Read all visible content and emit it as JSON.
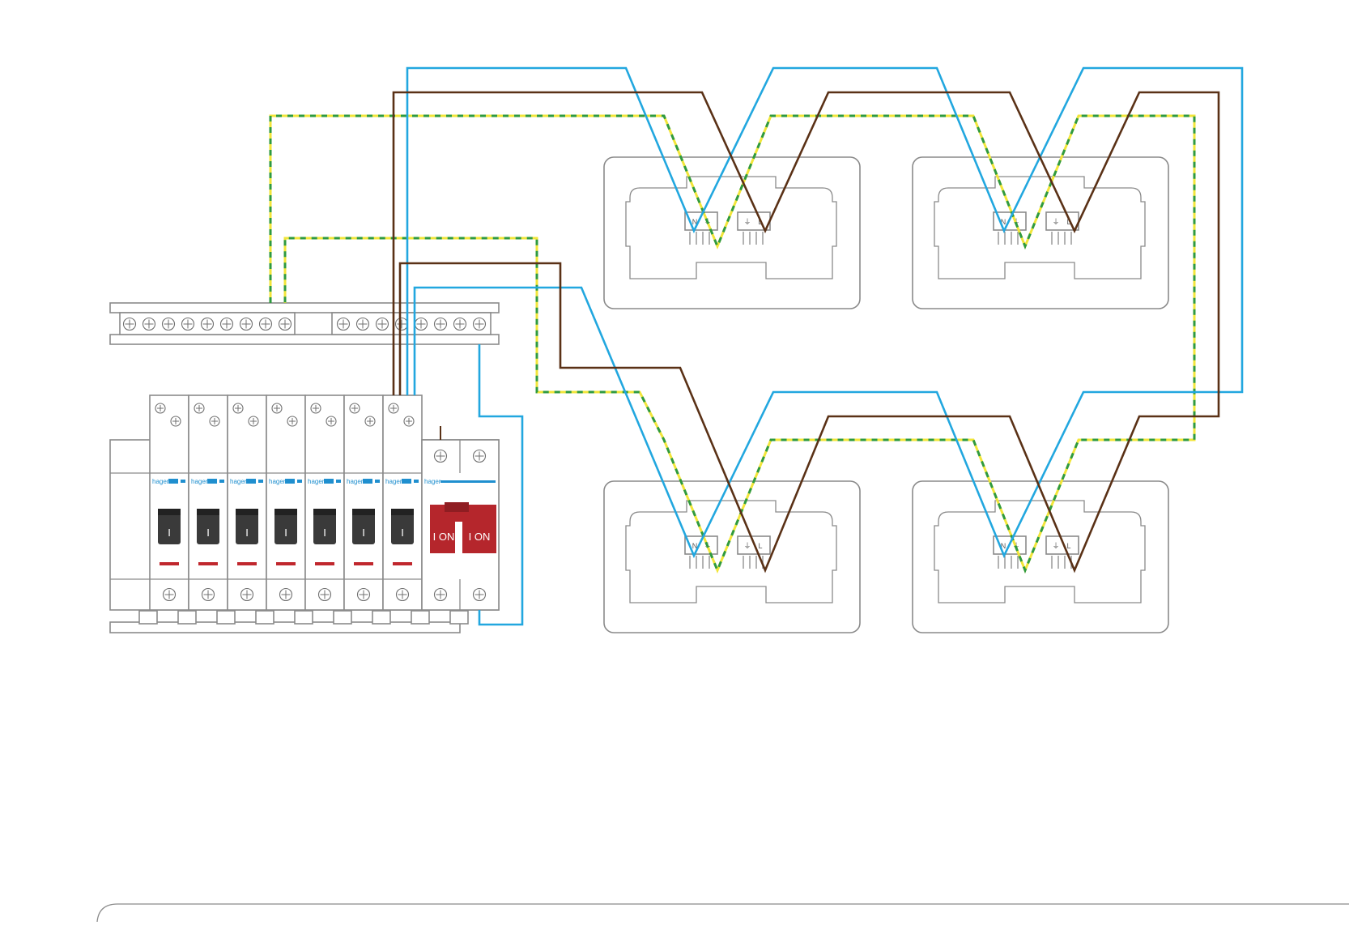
{
  "breakers": {
    "brand": "hager",
    "count": 7,
    "handle_mark": "I",
    "colors": {
      "handle": "#3a3a3a",
      "bar": "#c0272d",
      "badge": "#1f8fcf"
    }
  },
  "rcd": {
    "brand": "hager",
    "label_left": "I ON",
    "label_right": "I ON",
    "color": "#b5262c"
  },
  "sockets": {
    "neutral_label": "N",
    "live_label": "L",
    "earth_symbol": "⏚",
    "count": 4
  },
  "wires": {
    "neutral_color": "#22a7df",
    "live_color": "#5a3116",
    "earth_colors": [
      "#f2e53a",
      "#2f9a3f"
    ]
  }
}
